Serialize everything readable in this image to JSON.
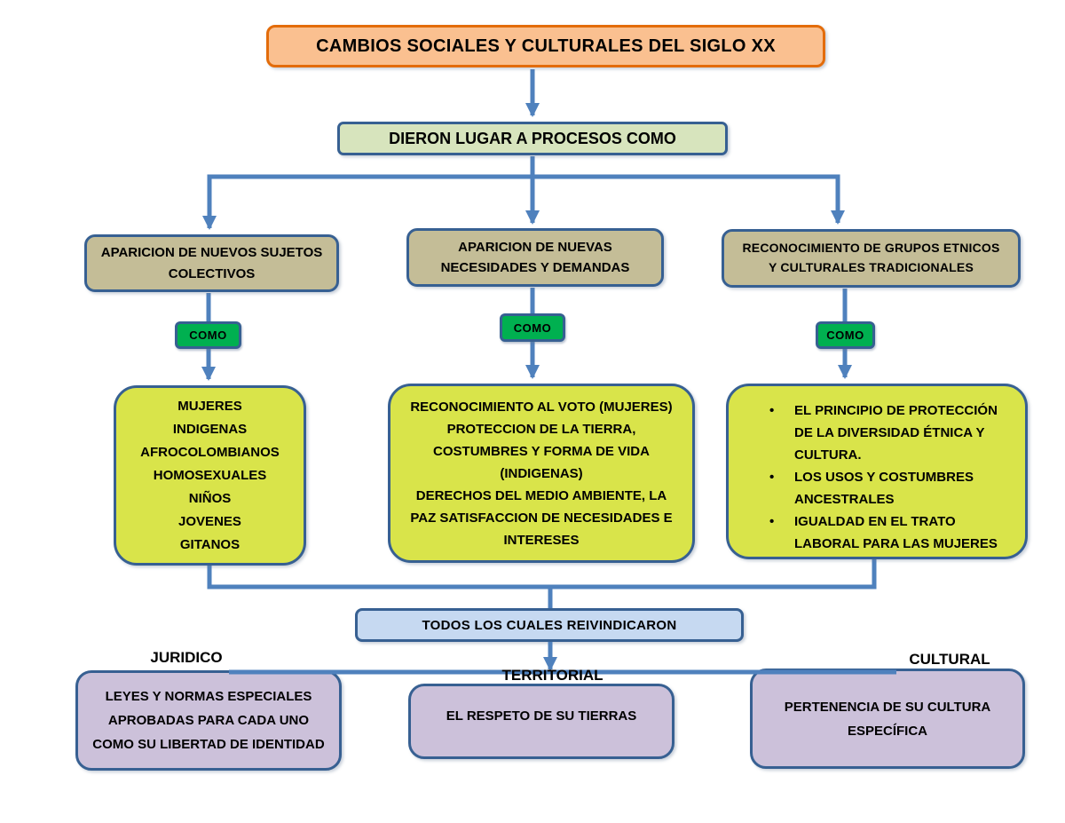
{
  "title": "CAMBIOS SOCIALES Y CULTURALES DEL SIGLO XX",
  "subtitle": "DIERON LUGAR A PROCESOS COMO",
  "bullet_glyph": "•",
  "branches": [
    {
      "header": "APARICION DE NUEVOS SUJETOS\nCOLECTIVOS",
      "link_label": "COMO",
      "detail": "MUJERES\nINDIGENAS\nAFROCOLOMBIANOS\nHOMOSEXUALES\nNIÑOS\nJOVENES\nGITANOS"
    },
    {
      "header": "APARICION DE NUEVAS\nNECESIDADES Y DEMANDAS",
      "link_label": "COMO",
      "detail": "RECONOCIMIENTO AL VOTO (MUJERES)\nPROTECCION DE LA TIERRA,\nCOSTUMBRES Y FORMA DE VIDA\n(INDIGENAS)\nDERECHOS DEL MEDIO AMBIENTE, LA\nPAZ  SATISFACCION DE NECESIDADES E\nINTERESES"
    },
    {
      "header": "RECONOCIMIENTO DE GRUPOS ETNICOS\nY CULTURALES TRADICIONALES",
      "link_label": "COMO",
      "bullets": [
        "EL PRINCIPIO DE PROTECCIÓN\nDE LA DIVERSIDAD ÉTNICA Y\nCULTURA.",
        "LOS USOS Y COSTUMBRES\nANCESTRALES",
        "IGUALDAD EN EL TRATO\nLABORAL PARA LAS MUJERES"
      ]
    }
  ],
  "convergence": "TODOS LOS CUALES  REIVINDICARON",
  "outcomes": [
    {
      "label": "JURIDICO",
      "text": "LEYES Y NORMAS ESPECIALES\nAPROBADAS PARA CADA UNO\nCOMO SU LIBERTAD DE IDENTIDAD"
    },
    {
      "label": "TERRITORIAL",
      "text": "EL RESPETO DE SU TIERRAS"
    },
    {
      "label": "CULTURAL",
      "text": "PERTENENCIA DE SU CULTURA\nESPECÍFICA"
    }
  ],
  "colors": {
    "title_fill": "#FAC090",
    "title_border": "#E36C0A",
    "node_border": "#376092",
    "process_fill": "#D7E4BD",
    "category_fill": "#C4BD97",
    "link_fill": "#00B050",
    "detail_fill": "#D9E44A",
    "convergence_fill": "#C6D9F1",
    "outcome_fill": "#CCC1DA",
    "connector": "#4F81BD",
    "text": "#000000"
  }
}
